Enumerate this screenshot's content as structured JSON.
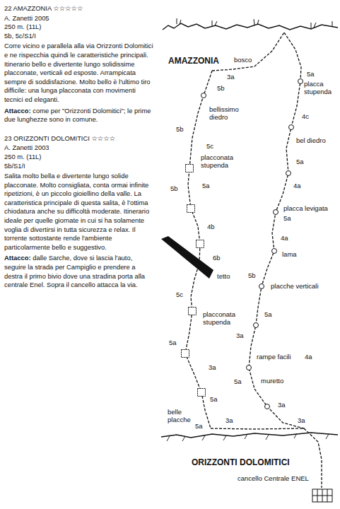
{
  "diagram": {
    "labels": [
      "22 AMAZZONIA ☆☆☆☆☆",
      "A. Zanetti 2005",
      "250 m. (11L)",
      "5b, 5c/S1/I",
      "Corre vicino e parallela alla via Orizzonti Dolomitici e ne rispecchia quindi le caratteristiche principali. Itinerario bello e divertente lungo solidissime placconate, verticali ed esposte. Arrampicata sempre di soddisfazione. Molto bello è l'ultimo tiro difficile: una lunga placconata con movimenti tecnici ed eleganti.",
      "Attacco:",
      "come per \"Orizzonti Dolomitici\"; le prime due lunghezze sono in comune.",
      "23 ORIZZONTI DOLOMITICI ☆☆☆☆",
      "A. Zanetti 2003",
      "250 m. (11L)",
      "5b/S1/I",
      "Salita molto bella e divertente lungo solide placconate. Molto consigliata, conta ormai infinite ripetizioni, è un piccolo gioiellino della valle. La caratteristica principale di questa salita, è l'ottima chiodatura anche su difficoltà moderate. Itinerario ideale per quelle giornate in cui si ha solamente voglia di divertirsi in tutta sicurezza e relax. Il torrente sottostante rende l'ambiente particolarmente bello e suggestivo.",
      "Attacco:",
      "dalle Sarche, dove si lascia l'auto, seguire la strada per Campiglio e prendere a destra il primo bivio dove una stradina porta alla centrale Enel. Sopra il cancello attacca la via.",
      "AMAZZONIA",
      "bosco",
      "3a",
      "5b",
      "5a",
      "placca stupenda",
      "5b",
      "bellissimo diedro",
      "4c",
      "5c",
      "placconata stupenda",
      "bel diedro",
      "5a",
      "5b",
      "5a",
      "4a",
      "placca levigata",
      "5a",
      "4b",
      "4a",
      "lama",
      "6b",
      "tetto",
      "5c",
      "5b",
      "placche verticali",
      "placconata stupenda",
      "5a",
      "3a",
      "5a",
      "rampe facili",
      "4a",
      "3a",
      "muretto",
      "5a",
      "5a",
      "3a",
      "belle placche",
      "5a",
      "3a",
      "3a",
      "ORIZZONTI DOLOMITICI",
      "cancello Centrale ENEL"
    ]
  }
}
